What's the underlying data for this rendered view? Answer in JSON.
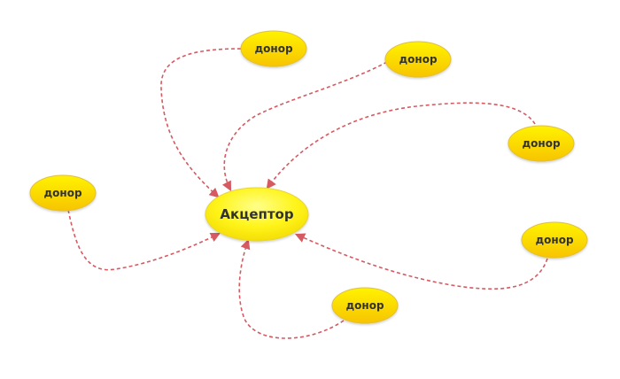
{
  "diagram": {
    "acceptor": {
      "label": "Акцептор"
    },
    "donors": [
      {
        "id": "d1",
        "label": "донор"
      },
      {
        "id": "d2",
        "label": "донор"
      },
      {
        "id": "d3",
        "label": "донор"
      },
      {
        "id": "d4",
        "label": "донор"
      },
      {
        "id": "d5",
        "label": "донор"
      },
      {
        "id": "d6",
        "label": "донор"
      }
    ],
    "edges": [
      {
        "from": "d1",
        "to": "acceptor"
      },
      {
        "from": "d2",
        "to": "acceptor"
      },
      {
        "from": "d3",
        "to": "acceptor"
      },
      {
        "from": "d4",
        "to": "acceptor"
      },
      {
        "from": "d5",
        "to": "acceptor"
      },
      {
        "from": "d6",
        "to": "acceptor"
      }
    ],
    "colors": {
      "node_fill_top": "#fff200",
      "node_fill_bottom": "#f7c400",
      "node_stroke": "#e0c03c",
      "edge": "#d65a62"
    }
  }
}
